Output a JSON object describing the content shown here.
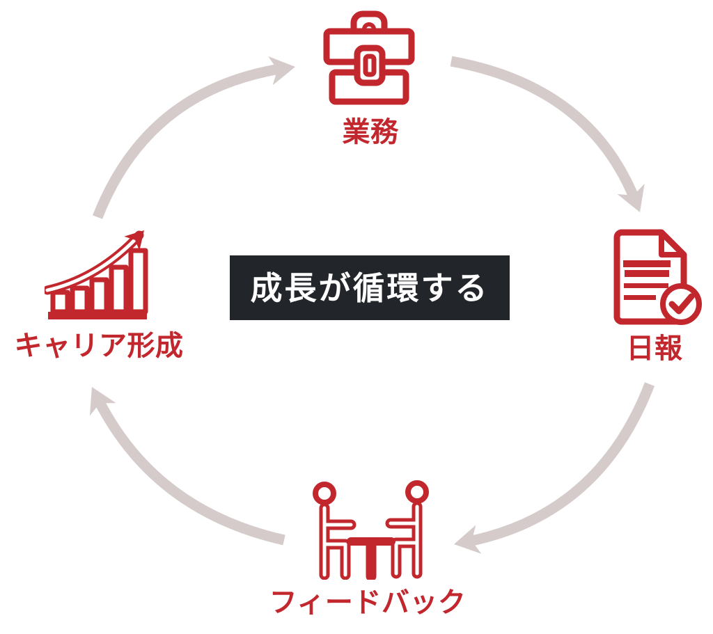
{
  "colors": {
    "red": "#c1272d",
    "arrow": "#d5cbca",
    "box-bg": "#222529",
    "box-text": "#ffffff",
    "background": "#ffffff"
  },
  "diagram": {
    "type": "cycle",
    "direction": "clockwise",
    "center": {
      "label": "成長が循環する"
    },
    "nodes": [
      {
        "id": "work",
        "position": "top",
        "label": "業務",
        "icon": "briefcase-icon"
      },
      {
        "id": "daily-report",
        "position": "right",
        "label": "日報",
        "icon": "report-check-icon"
      },
      {
        "id": "feedback",
        "position": "bottom",
        "label": "フィードバック",
        "icon": "one-on-one-meeting-icon"
      },
      {
        "id": "career",
        "position": "left",
        "label": "キャリア形成",
        "icon": "growth-chart-icon"
      }
    ],
    "arrows": [
      {
        "from": "career",
        "to": "work"
      },
      {
        "from": "work",
        "to": "daily-report"
      },
      {
        "from": "daily-report",
        "to": "feedback"
      },
      {
        "from": "feedback",
        "to": "career"
      }
    ]
  }
}
